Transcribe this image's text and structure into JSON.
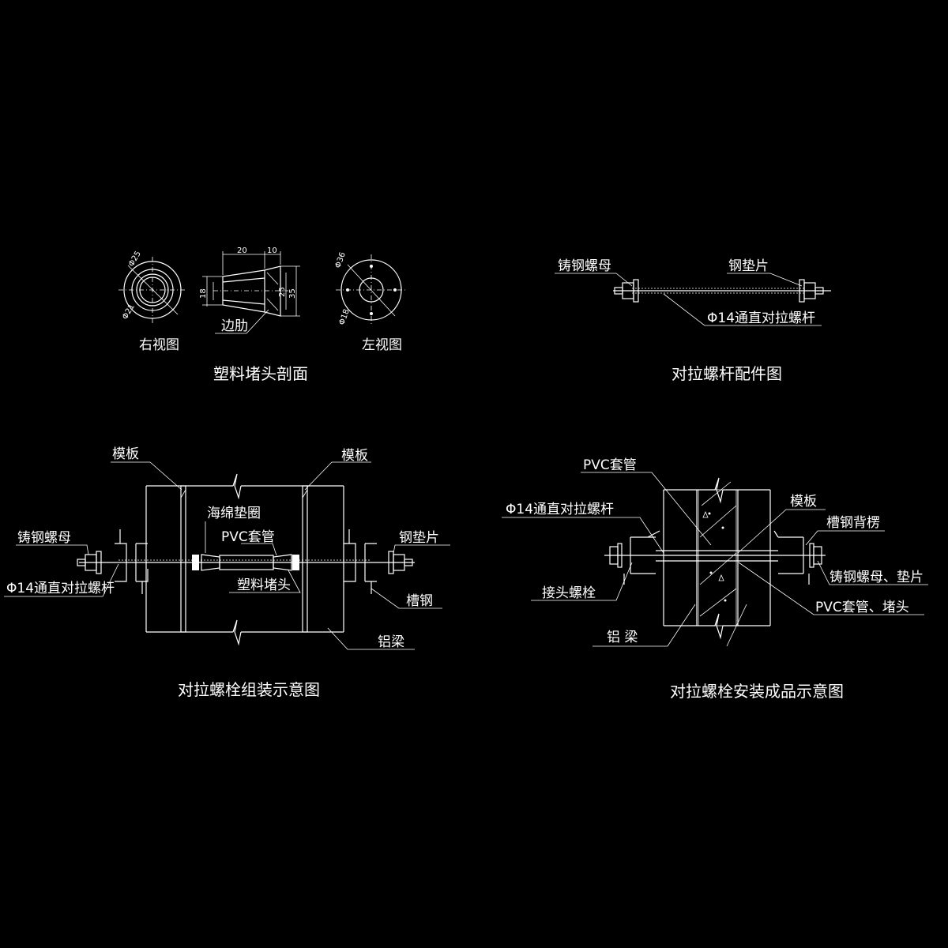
{
  "plug_section": {
    "title": "塑料堵头剖面",
    "right_view": "右视图",
    "left_view": "左视图",
    "rib_label": "边肋",
    "dims": {
      "d25": "Φ25",
      "d21": "Φ21",
      "l20": "20",
      "l10": "10",
      "h18": "18",
      "h25": "25",
      "h35": "35",
      "d36": "Φ36",
      "d18": "Φ18"
    }
  },
  "rod_parts": {
    "title": "对拉螺杆配件图",
    "nut": "铸钢螺母",
    "washer": "钢垫片",
    "rod": "Φ14通直对拉螺杆"
  },
  "assembly": {
    "title": "对拉螺栓组装示意图",
    "formwork_left": "模板",
    "formwork_right": "模板",
    "sponge_ring": "海绵垫圈",
    "pvc_sleeve": "PVC套管",
    "nut": "铸钢螺母",
    "washer": "钢垫片",
    "rod": "Φ14通直对拉螺杆",
    "plug": "塑料堵头",
    "channel": "槽钢",
    "beam": "铝梁"
  },
  "installed": {
    "title": "对拉螺栓安装成品示意图",
    "pvc_sleeve": "PVC套管",
    "rod": "Φ14通直对拉螺杆",
    "formwork": "模板",
    "channel_back": "槽钢背楞",
    "nut_washer": "铸钢螺母、垫片",
    "joint_bolt": "接头螺栓",
    "pvc_plug": "PVC套管、堵头",
    "beam": "铝  梁"
  }
}
